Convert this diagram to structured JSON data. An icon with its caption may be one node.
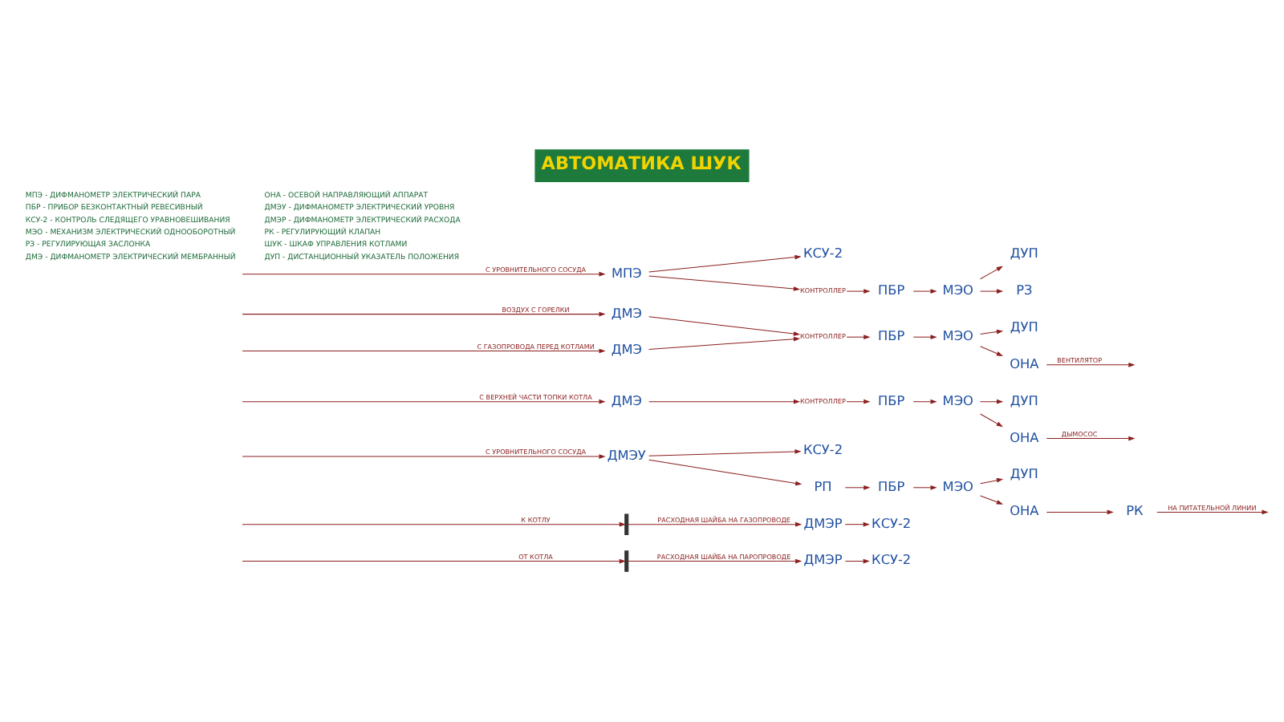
{
  "diagram": {
    "title": "АВТОМАТИКА ШУК",
    "nodes": [
      {
        "text": [
          "МПЭ"
        ]
      },
      {
        "text": [
          "КОНТРОЛЛЕР"
        ]
      },
      {
        "text": [
          "КСУ-2"
        ]
      },
      {
        "text": [
          "ПБР"
        ]
      },
      {
        "text": [
          "МЭО"
        ]
      },
      {
        "text": [
          "РЗ"
        ]
      },
      {
        "text": [
          "ДУП"
        ]
      },
      {
        "text": [
          "ДМЭ"
        ]
      },
      {
        "text": [
          "ДМЭ"
        ]
      },
      {
        "text": [
          "КОНТРОЛЛЕР"
        ]
      },
      {
        "text": [
          "ПБР"
        ]
      },
      {
        "text": [
          "МЭО"
        ]
      },
      {
        "text": [
          "ОНА"
        ]
      },
      {
        "text": [
          "ДУП"
        ]
      },
      {
        "text": [
          "ДМЭ"
        ]
      },
      {
        "text": [
          "КОНТРОЛЛЕР"
        ]
      },
      {
        "text": [
          "ПБР"
        ]
      },
      {
        "text": [
          "МЭО"
        ]
      },
      {
        "text": [
          "ОНА"
        ]
      },
      {
        "text": [
          "ДУП"
        ]
      },
      {
        "text": [
          "ДМЭУ"
        ]
      },
      {
        "text": [
          "РП"
        ]
      },
      {
        "text": [
          "КСУ-2"
        ]
      },
      {
        "text": [
          "ПБР"
        ]
      },
      {
        "text": [
          "МЭО"
        ]
      },
      {
        "text": [
          "ОНА"
        ]
      },
      {
        "text": [
          "ДУП"
        ]
      },
      {
        "text": [
          "РК"
        ]
      },
      {
        "text": [],
        "shape": "bar"
      },
      {
        "text": [
          "ДМЭР"
        ]
      },
      {
        "text": [
          "КСУ-2"
        ]
      },
      {
        "text": [],
        "shape": "bar"
      },
      {
        "text": [
          "ДМЭР"
        ]
      },
      {
        "text": [
          "КСУ-2"
        ]
      }
    ],
    "edges": [
      {
        "from": null,
        "to": 0,
        "arrow": "to",
        "label": "С УРОВНИТЕЛЬНОГО СОСУДА"
      },
      {
        "from": 0,
        "to": 1,
        "arrow": "to"
      },
      {
        "from": 0,
        "to": 2,
        "arrow": "to"
      },
      {
        "from": 1,
        "to": 3,
        "arrow": "to"
      },
      {
        "from": 3,
        "to": 4,
        "arrow": "to"
      },
      {
        "from": 4,
        "to": 5,
        "arrow": "to"
      },
      {
        "from": 4,
        "to": 6,
        "arrow": "to"
      },
      {
        "from": null,
        "to": 7,
        "arrow": "to",
        "label": "С ГАЗОПРОВОДА ПЕРЕД КОТЛАМИ"
      },
      {
        "from": null,
        "to": 8,
        "arrow": "to",
        "label": "ВОЗДУХ С ГОРЕЛКИ"
      },
      {
        "from": 7,
        "to": 9,
        "arrow": "to"
      },
      {
        "from": 8,
        "to": 9,
        "arrow": "to"
      },
      {
        "from": 9,
        "to": 10,
        "arrow": "to"
      },
      {
        "from": 10,
        "to": 11,
        "arrow": "to"
      },
      {
        "from": 11,
        "to": 12,
        "arrow": "to"
      },
      {
        "from": 11,
        "to": 13,
        "arrow": "to"
      },
      {
        "from": 12,
        "to": null,
        "arrow": "to",
        "label": "ВЕНТИЛЯТОР"
      },
      {
        "from": null,
        "to": 14,
        "arrow": "to",
        "label": "С ВЕРХНЕЙ ЧАСТИ ТОПКИ КОТЛА"
      },
      {
        "from": 14,
        "to": 15,
        "arrow": "to"
      },
      {
        "from": 15,
        "to": 16,
        "arrow": "to"
      },
      {
        "from": 16,
        "to": 17,
        "arrow": "to"
      },
      {
        "from": 17,
        "to": 18,
        "arrow": "to"
      },
      {
        "from": 17,
        "to": 19,
        "arrow": "to"
      },
      {
        "from": 18,
        "to": null,
        "arrow": "to",
        "label": "ДЫМОСОС"
      },
      {
        "from": null,
        "to": 20,
        "arrow": "to",
        "label": "С УРОВНИТЕЛЬНОГО СОСУДА"
      },
      {
        "from": 20,
        "to": 21,
        "arrow": "to"
      },
      {
        "from": 20,
        "to": 22,
        "arrow": "to"
      },
      {
        "from": 21,
        "to": 23,
        "arrow": "to"
      },
      {
        "from": 23,
        "to": 24,
        "arrow": "to"
      },
      {
        "from": 24,
        "to": 25,
        "arrow": "to"
      },
      {
        "from": 24,
        "to": 26,
        "arrow": "to"
      },
      {
        "from": 25,
        "to": 27,
        "arrow": "to"
      },
      {
        "from": 27,
        "to": null,
        "arrow": "to",
        "label": "НА ПИТАТЕЛЬНОЙ ЛИНИИ"
      },
      {
        "from": null,
        "to": 28,
        "arrow": "to",
        "label": "К КОТЛУ"
      },
      {
        "from": 28,
        "to": 29,
        "arrow": "to",
        "label": "РАСХОДНАЯ ШАЙБА НА ГАЗОПРОВОДЕ"
      },
      {
        "from": 29,
        "to": 30,
        "arrow": "to"
      },
      {
        "from": null,
        "to": 31,
        "arrow": "to",
        "label": "ОТ КОТЛА"
      },
      {
        "from": 31,
        "to": 32,
        "arrow": "to",
        "label": "РАСХОДНАЯ ШАЙБА НА ПАРОПРОВОДЕ"
      },
      {
        "from": 32,
        "to": 33,
        "arrow": "to"
      }
    ],
    "labels": [
      "МПЭ - ДИФМАНОМЕТР ЭЛЕКТРИЧЕСКИЙ ПАРА",
      "ПБР - ПРИБОР БЕЗКОНТАКТНЫЙ РЕВЕСИВНЫЙ",
      "КСУ-2 - КОНТРОЛЬ СЛЕДЯЩЕГО УРАВНОВЕШИВАНИЯ",
      "МЭО - МЕХАНИЗМ ЭЛЕКТРИЧЕСКИЙ ОДНООБОРОТНЫЙ",
      "РЗ - РЕГУЛИРУЮЩАЯ ЗАСЛОНКА",
      "ДМЭ - ДИФМАНОМЕТР ЭЛЕКТРИЧЕСКИЙ МЕМБРАННЫЙ",
      "ОНА - ОСЕВОЙ НАПРАВЛЯЮЩИЙ АППАРАТ",
      "ДМЭУ - ДИФМАНОМЕТР ЭЛЕКТРИЧЕСКИЙ УРОВНЯ",
      "ДМЭР - ДИФМАНОМЕТР ЭЛЕКТРИЧЕСКИЙ РАСХОДА",
      "РК - РЕГУЛИРУЮЩИЙ КЛАПАН",
      "ШУК - ШКАФ УПРАВЛЕНИЯ КОТЛАМИ",
      "ДУП - ДИСТАНЦИОННЫЙ УКАЗАТЕЛЬ ПОЛОЖЕНИЯ"
    ]
  }
}
